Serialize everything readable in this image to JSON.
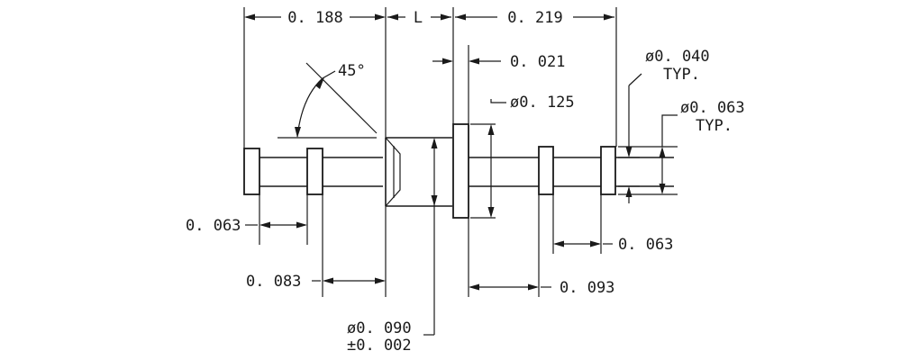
{
  "dimensions": {
    "top_left": "0. 188",
    "top_mid": "L",
    "top_right": "0. 219",
    "angle": "45°",
    "flange_thickness": "0. 021",
    "flange_diameter": "ø0. 125",
    "pin_diameter_line1": "ø0. 040",
    "pin_diameter_line2": "TYP.",
    "collar_diameter_line1": "ø0. 063",
    "collar_diameter_line2": "TYP.",
    "left_collar_pitch": "0. 063",
    "left_body_length": "0. 083",
    "right_collar_pitch": "0. 063",
    "right_body_length": "0. 093",
    "body_diameter_line1": "ø0. 090",
    "body_diameter_line2": "±0. 002"
  },
  "colors": {
    "ink": "#1a1a1a",
    "background": "#ffffff"
  }
}
